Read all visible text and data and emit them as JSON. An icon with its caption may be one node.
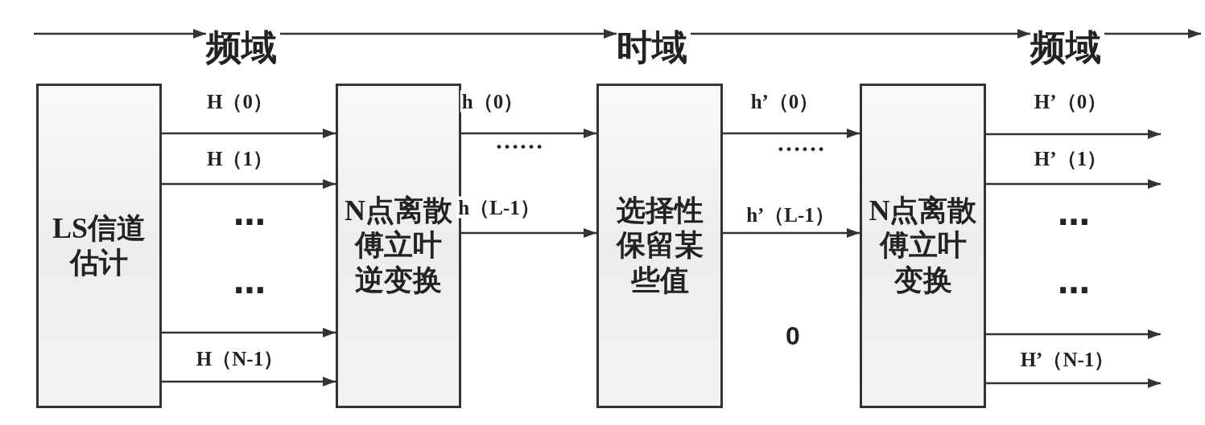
{
  "diagram": {
    "nodes": [
      {
        "text": [
          "频域"
        ]
      },
      {
        "text": [
          "时域"
        ]
      },
      {
        "text": [
          "频域"
        ]
      },
      {
        "text": [
          "LS信道估计"
        ]
      },
      {
        "text": [
          "N点离散傅立叶逆变换"
        ]
      },
      {
        "text": [
          "选择性保留某些值"
        ]
      },
      {
        "text": [
          "N点离散傅立叶变换"
        ]
      }
    ],
    "edges": [
      {
        "from": null,
        "to": 0,
        "arrow": "to"
      },
      {
        "from": 0,
        "to": 1,
        "arrow": "to"
      },
      {
        "from": 1,
        "to": 2,
        "arrow": "to"
      },
      {
        "from": 2,
        "to": null,
        "arrow": "to"
      },
      {
        "from": 3,
        "to": 4,
        "arrow": "to",
        "label": "H（0）"
      },
      {
        "from": 3,
        "to": 4,
        "arrow": "to",
        "label": "H（1）"
      },
      {
        "from": 3,
        "to": 4,
        "arrow": "to"
      },
      {
        "from": 3,
        "to": 4,
        "arrow": "to",
        "label": "H（N-1）"
      },
      {
        "from": 4,
        "to": 5,
        "arrow": "to",
        "label": "h（0）"
      },
      {
        "from": 4,
        "to": 5,
        "arrow": "to",
        "label": "h（L-1）"
      },
      {
        "from": 5,
        "to": 6,
        "arrow": "to",
        "label": "h’（0）"
      },
      {
        "from": 5,
        "to": 6,
        "arrow": "to",
        "label": "h’（L-1）"
      },
      {
        "from": 6,
        "to": null,
        "arrow": "to",
        "label": "H’（0）"
      },
      {
        "from": 6,
        "to": null,
        "arrow": "to",
        "label": "H’（1）"
      },
      {
        "from": 6,
        "to": null,
        "arrow": "to"
      },
      {
        "from": 6,
        "to": null,
        "arrow": "to",
        "label": "H’（N-1）"
      }
    ],
    "labels": [
      "…",
      "…",
      "……",
      "……",
      "0",
      "…",
      "…"
    ]
  }
}
